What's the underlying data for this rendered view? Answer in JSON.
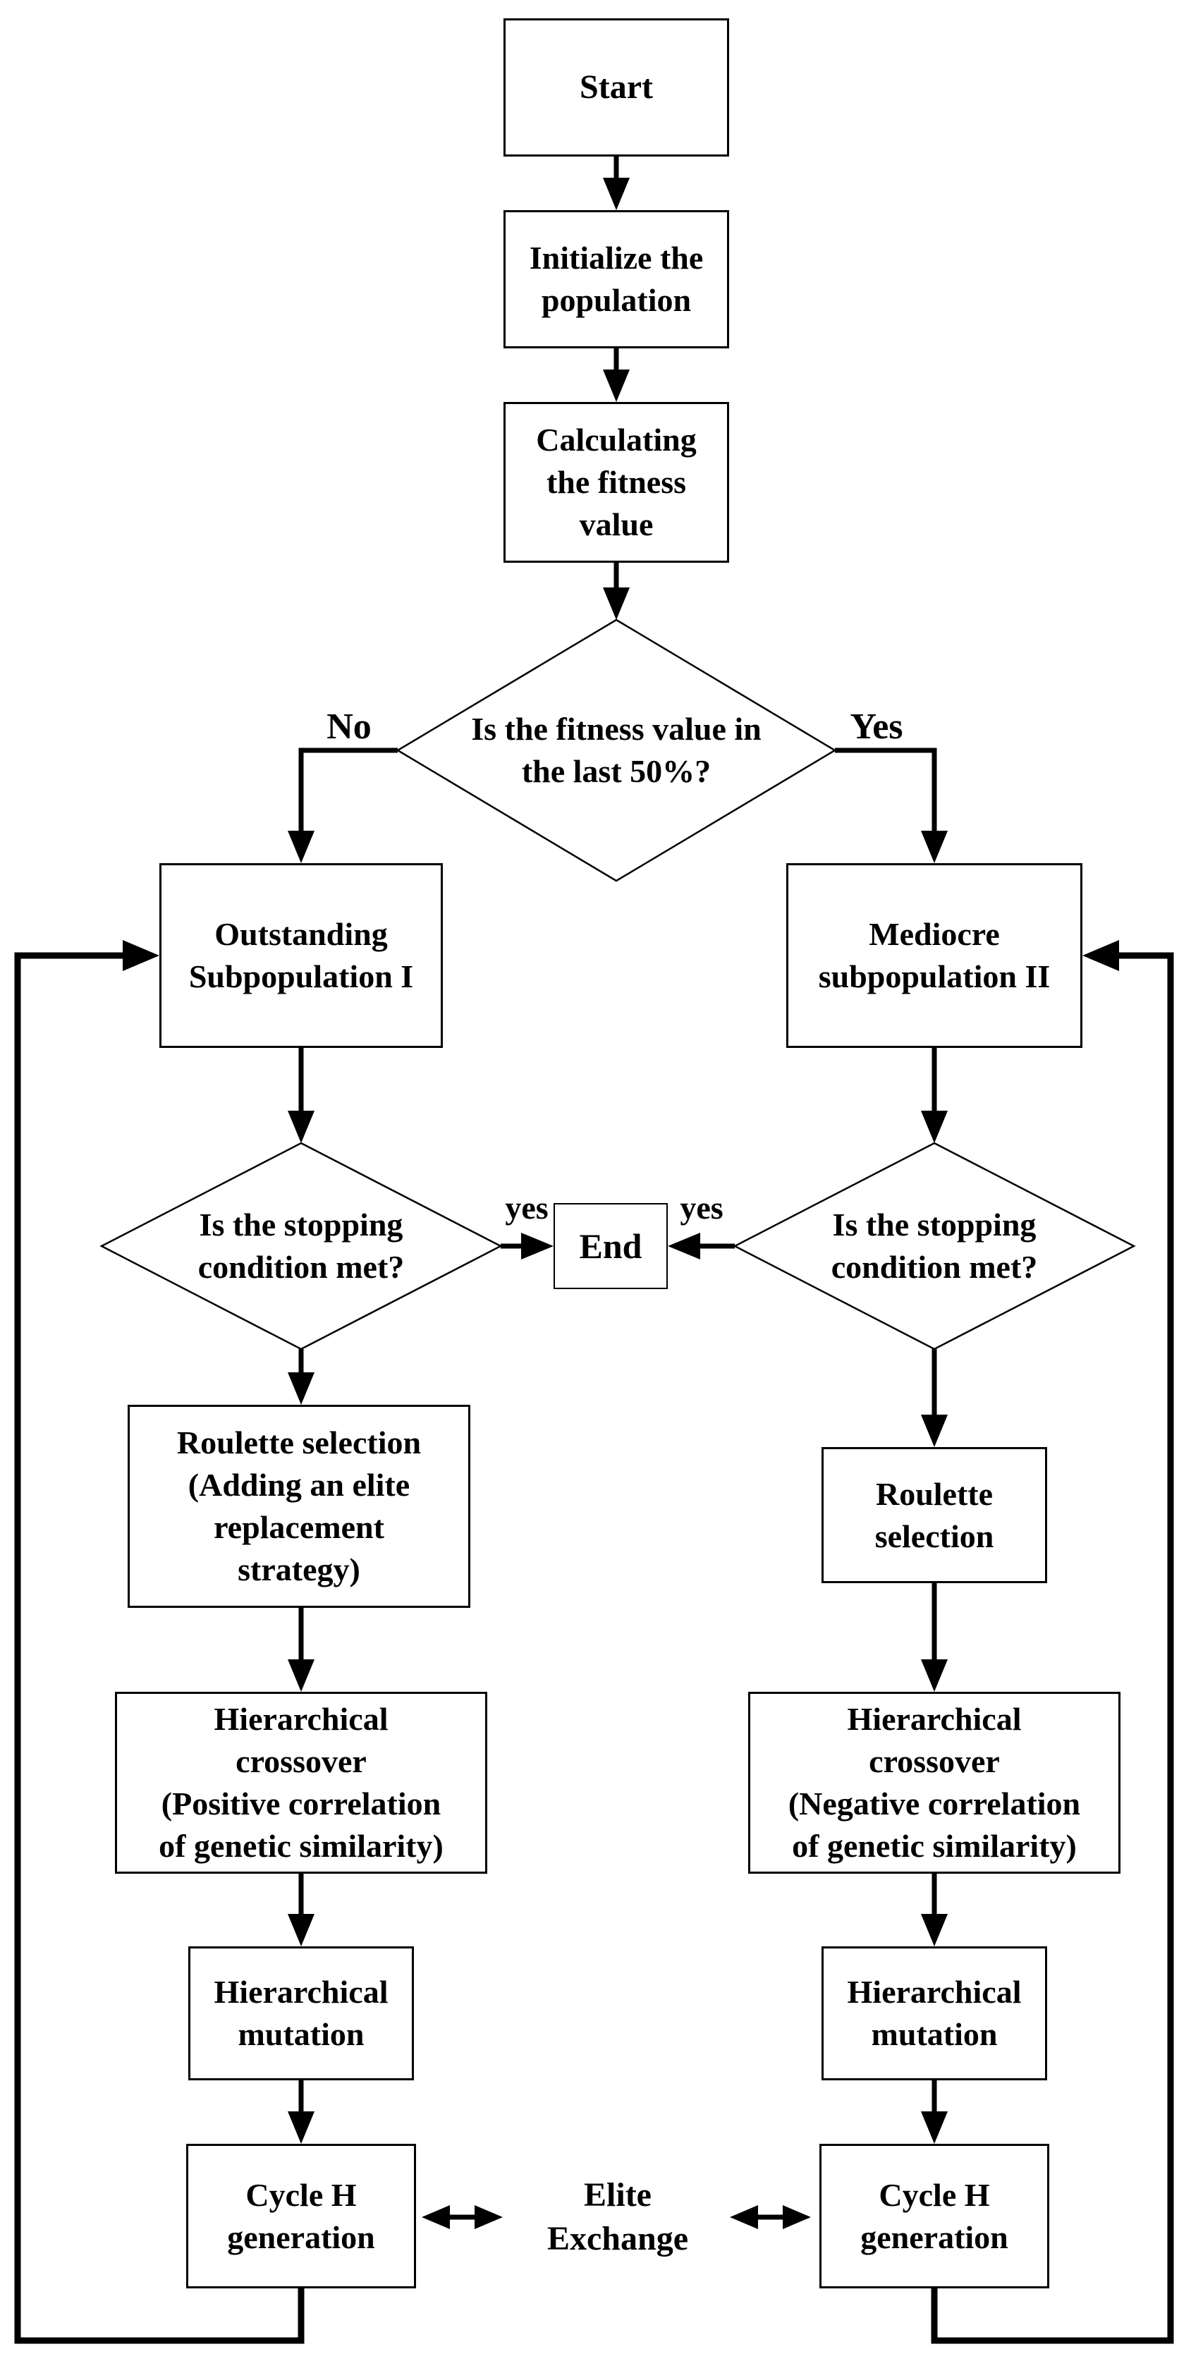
{
  "title": "Genetic algorithm flowchart",
  "colors": {
    "ink": "#000000",
    "paper": "#ffffff"
  },
  "nodes": {
    "start": {
      "label": "Start"
    },
    "initialize": {
      "label": "Initialize the\npopulation"
    },
    "calc_fitness": {
      "label": "Calculating\nthe fitness\nvalue"
    },
    "fitness_decision": {
      "label": "Is the fitness value in\nthe last 50%?"
    },
    "outstanding": {
      "label": "Outstanding\nSubpopulation I"
    },
    "mediocre": {
      "label": "Mediocre\nsubpopulation II"
    },
    "stop_left": {
      "label": "Is the stopping\ncondition met?"
    },
    "stop_right": {
      "label": "Is the stopping\ncondition met?"
    },
    "end": {
      "label": "End"
    },
    "roulette_left": {
      "label": "Roulette selection\n(Adding an elite\nreplacement\nstrategy)"
    },
    "roulette_right": {
      "label": "Roulette\nselection"
    },
    "crossover_left": {
      "label": "Hierarchical\ncrossover\n(Positive correlation\nof genetic similarity)"
    },
    "crossover_right": {
      "label": "Hierarchical\ncrossover\n(Negative correlation\nof genetic similarity)"
    },
    "mutation_left": {
      "label": "Hierarchical\nmutation"
    },
    "mutation_right": {
      "label": "Hierarchical\nmutation"
    },
    "cycle_left": {
      "label": "Cycle H\ngeneration"
    },
    "cycle_right": {
      "label": "Cycle H\ngeneration"
    },
    "elite_exchange": {
      "label": "Elite\nExchange"
    }
  },
  "edges": {
    "no_label": "No",
    "yes_label": "Yes",
    "yes_left_label": "yes",
    "yes_right_label": "yes"
  }
}
